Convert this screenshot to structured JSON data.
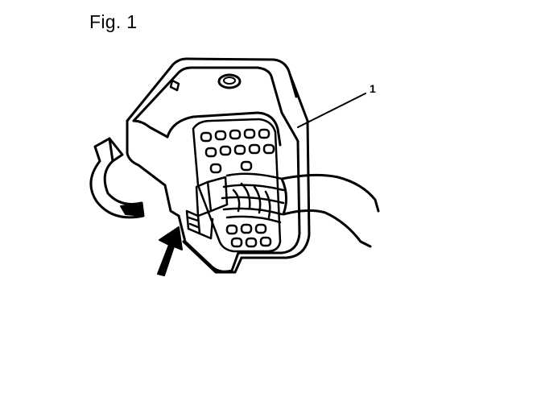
{
  "figure": {
    "title": "Fig. 1",
    "callout_label": "1"
  },
  "colors": {
    "line": "#000000",
    "paper": "#ffffff"
  },
  "illustration": {
    "subject": "multi-pin-wiring-harness-connector",
    "arrows": [
      "curved-rotate-arrow",
      "straight-push-arrow"
    ]
  }
}
